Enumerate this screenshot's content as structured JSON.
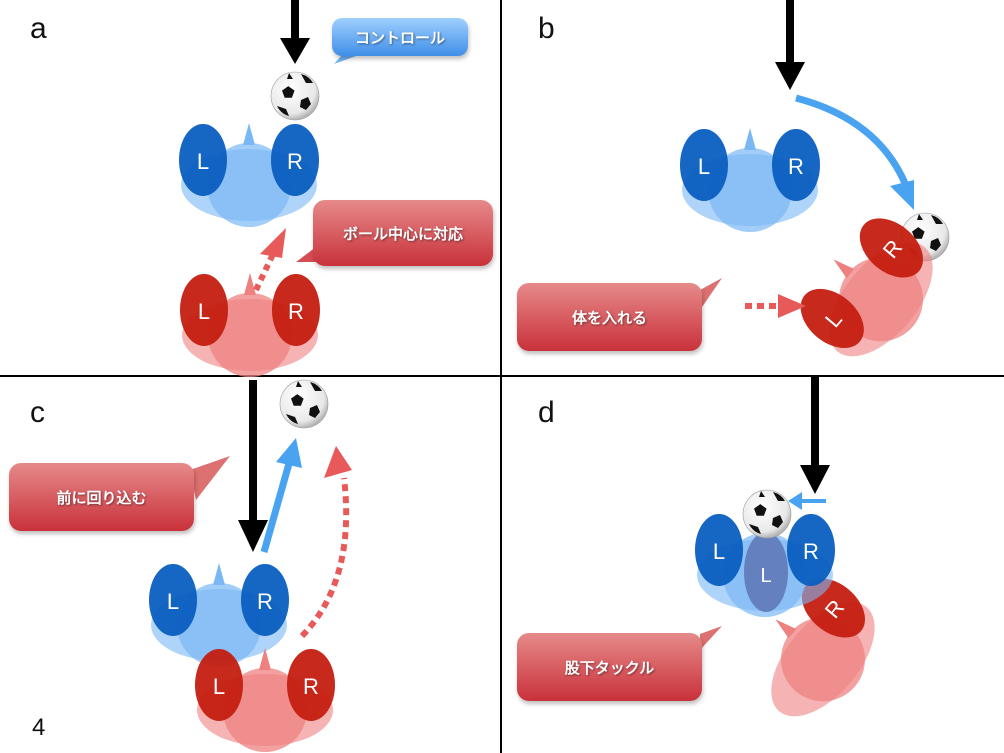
{
  "figure": {
    "number": "4",
    "panels": [
      {
        "id": "a",
        "label": "a",
        "caption": "コントロール",
        "caption2": "ボール中心に対応"
      },
      {
        "id": "b",
        "label": "b",
        "caption": "体を入れる"
      },
      {
        "id": "c",
        "label": "c",
        "caption": "前に回り込む"
      },
      {
        "id": "d",
        "label": "d",
        "caption": "股下タックル"
      }
    ],
    "foot_labels": {
      "left": "L",
      "right": "R"
    },
    "colors": {
      "attacker_dark": "#0a5ec0",
      "attacker_light": "#7ab8f5",
      "defender_dark": "#c41e10",
      "defender_light": "#ee8080",
      "arrow_blue": "#4aa3f0",
      "arrow_red": "#e85a5a",
      "pass_arrow": "#000000"
    }
  }
}
